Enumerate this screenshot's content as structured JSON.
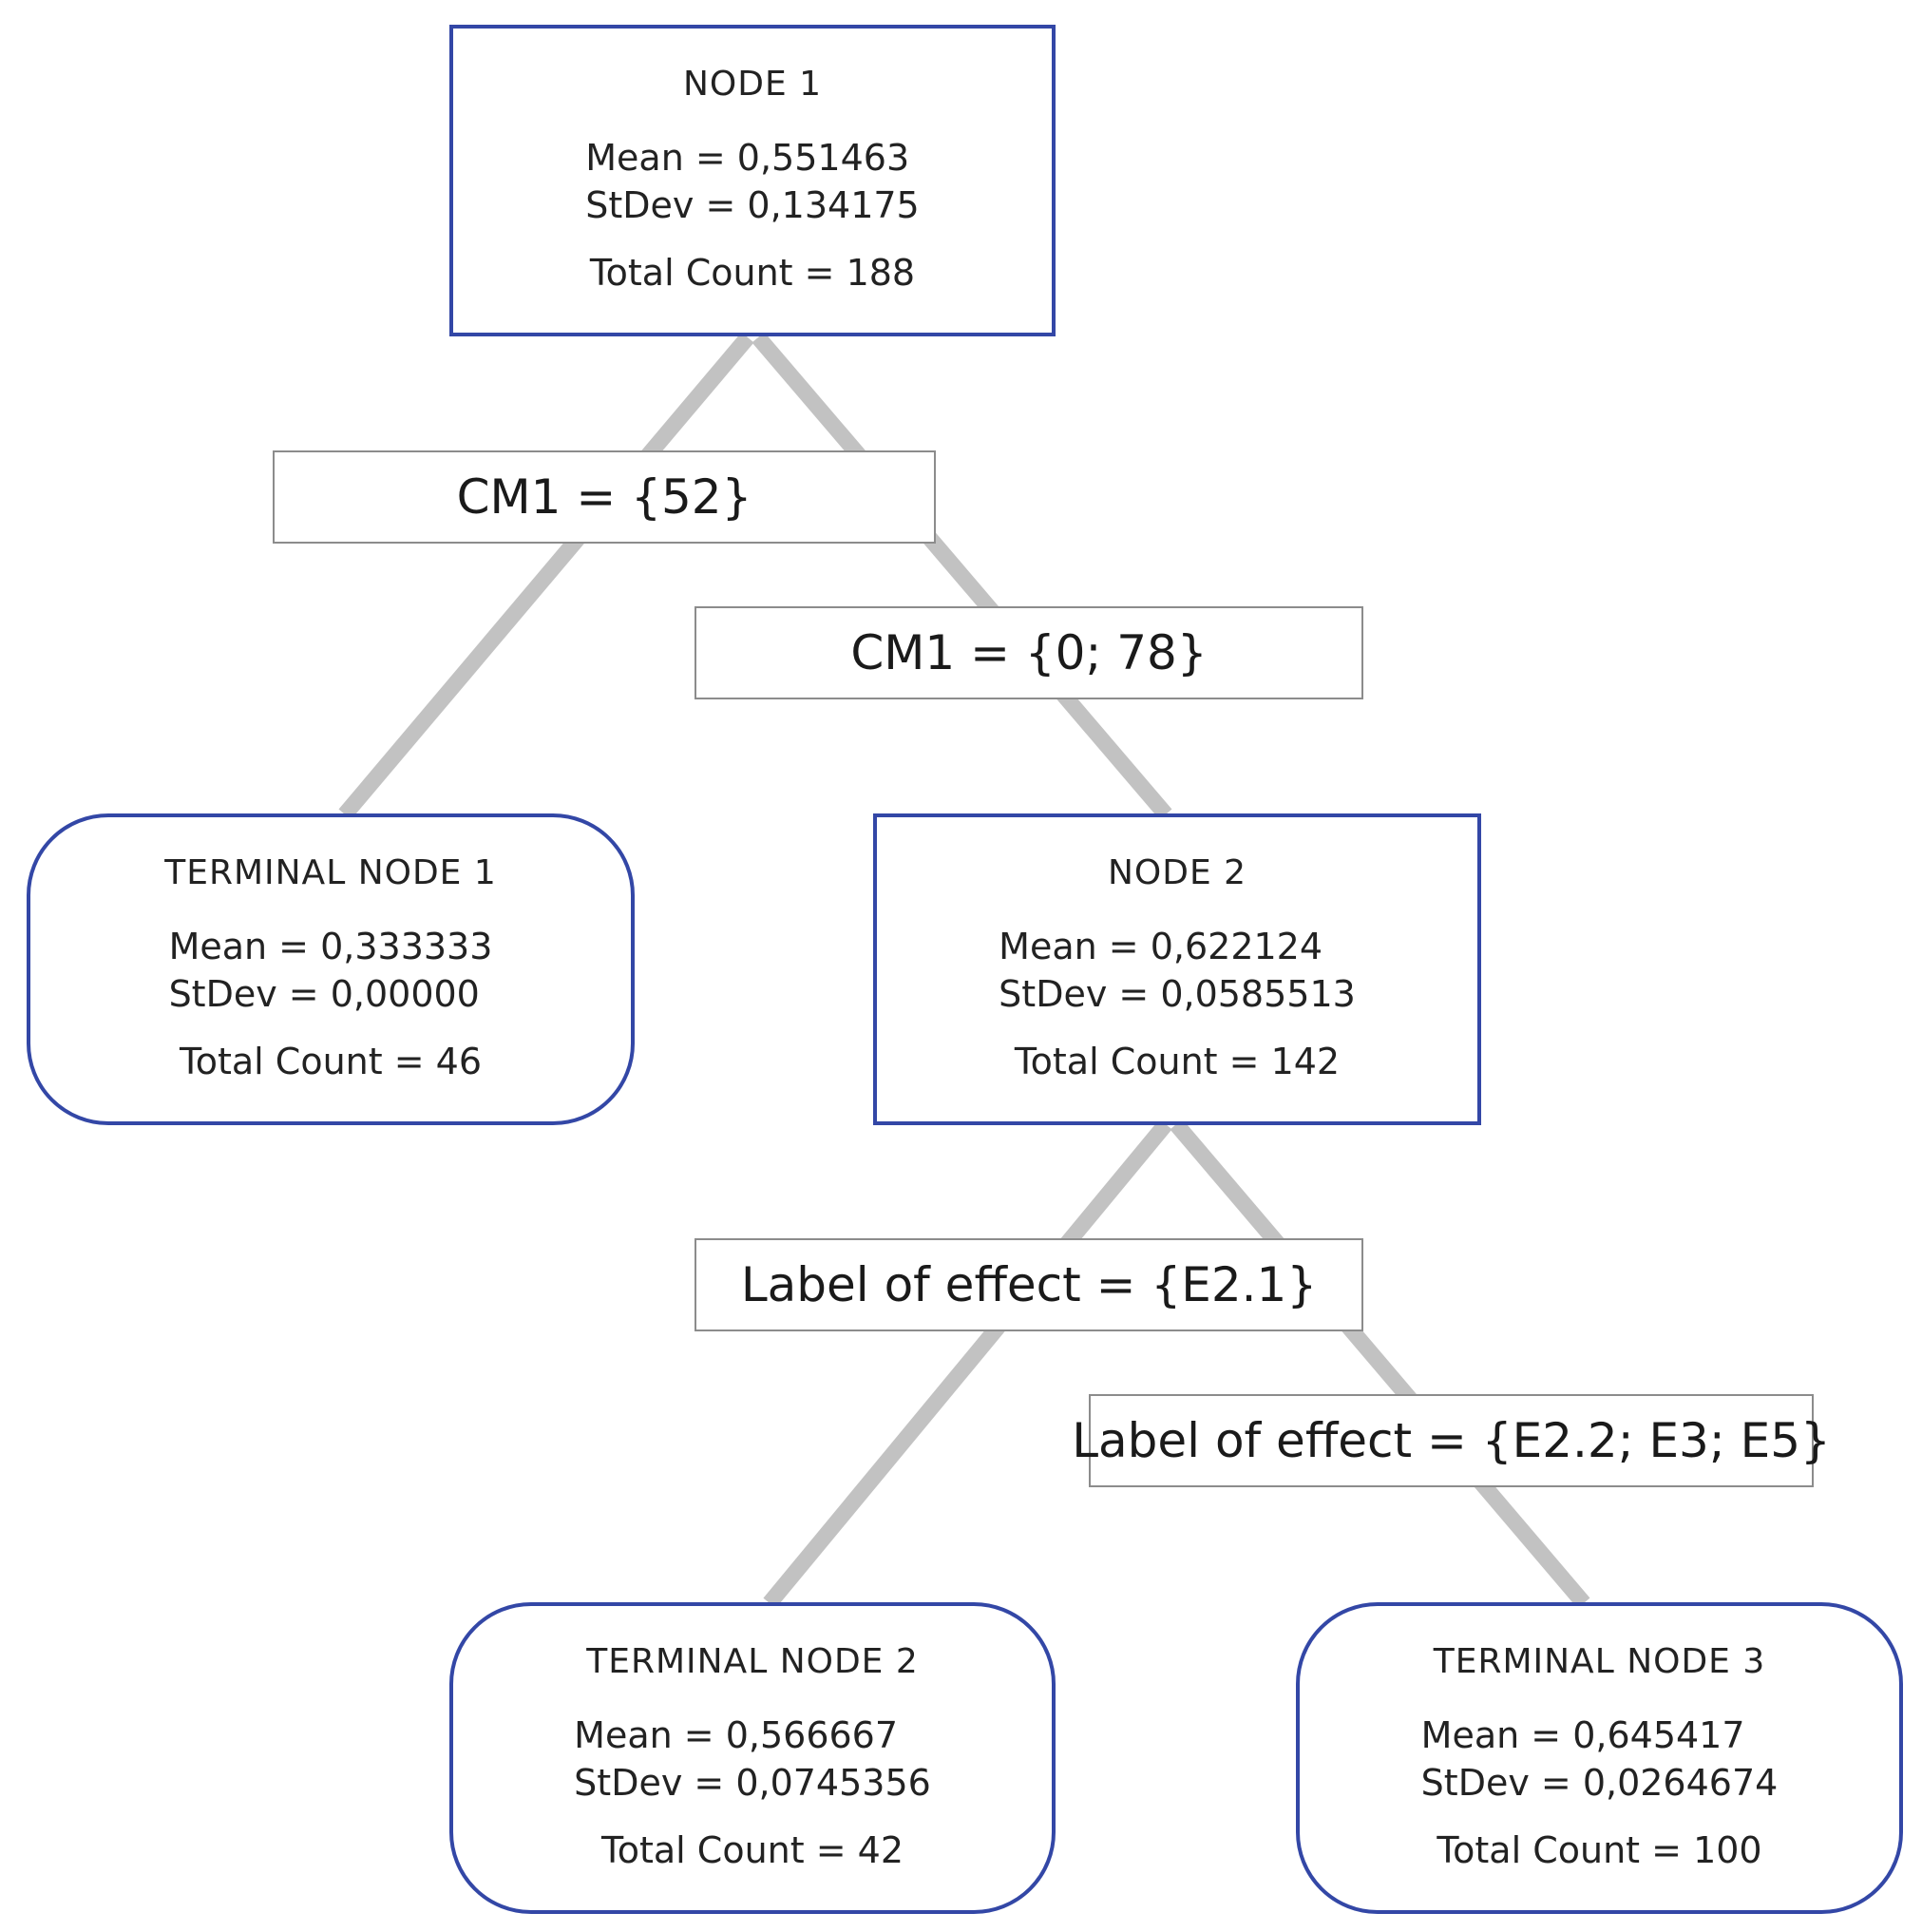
{
  "colors": {
    "node_border": "#3347a6",
    "split_border": "#8c8c8c",
    "edge": "#c2c2c2"
  },
  "nodes": {
    "node1": {
      "title": "NODE 1",
      "mean": "Mean = 0,551463",
      "stdev": "StDev = 0,134175",
      "count": "Total Count = 188"
    },
    "terminal1": {
      "title": "TERMINAL NODE 1",
      "mean": "Mean = 0,333333",
      "stdev": "StDev = 0,00000",
      "count": "Total Count = 46"
    },
    "node2": {
      "title": "NODE 2",
      "mean": "Mean = 0,622124",
      "stdev": "StDev = 0,0585513",
      "count": "Total Count = 142"
    },
    "terminal2": {
      "title": "TERMINAL NODE 2",
      "mean": "Mean = 0,566667",
      "stdev": "StDev = 0,0745356",
      "count": "Total Count = 42"
    },
    "terminal3": {
      "title": "TERMINAL NODE 3",
      "mean": "Mean = 0,645417",
      "stdev": "StDev = 0,0264674",
      "count": "Total Count = 100"
    }
  },
  "splits": {
    "cm1_left": "CM1 = {52}",
    "cm1_right": "CM1 = {0; 78}",
    "effect_left": "Label of effect = {E2.1}",
    "effect_right": "Label of effect = {E2.2; E3; E5}"
  }
}
